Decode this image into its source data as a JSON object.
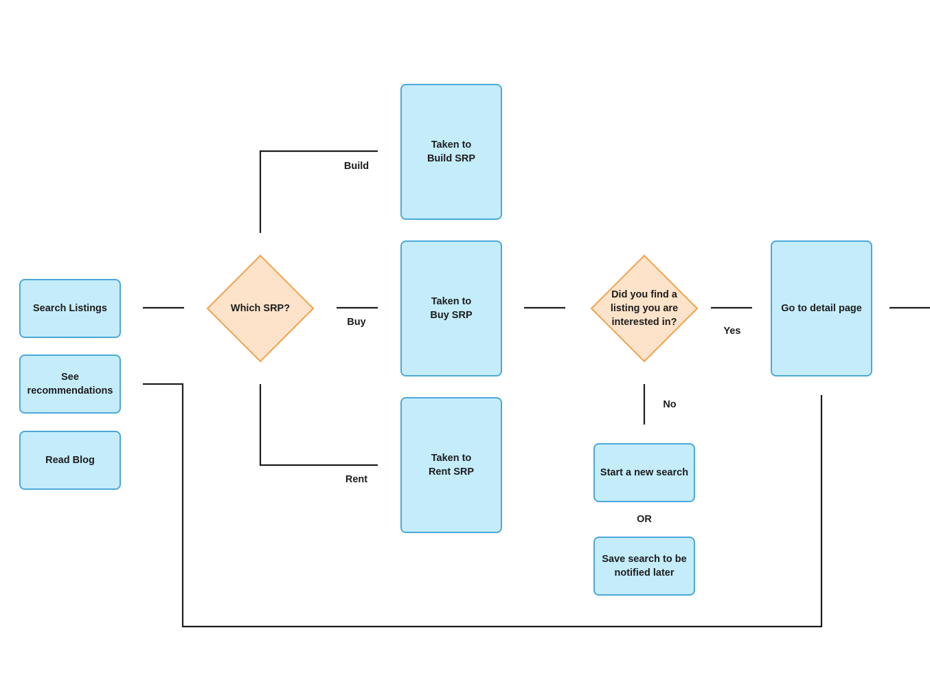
{
  "colors": {
    "box_fill": "#c4ecfb",
    "box_border": "#4ba8d8",
    "decision_fill": "#fde3c9",
    "decision_border": "#efa24a",
    "connector": "#1c1c1c"
  },
  "entry_points": {
    "search_listings": "Search Listings",
    "see_recommendations": "See\nrecommendations",
    "read_blog": "Read Blog"
  },
  "decisions": {
    "which_srp": "Which SRP?",
    "did_you_find": "Did you find a\nlisting you are\ninterested in?"
  },
  "srp_pages": {
    "build": "Taken to\nBuild SRP",
    "buy": "Taken to\nBuy SRP",
    "rent": "Taken to\nRent SRP"
  },
  "outcomes": {
    "detail_page": "Go to detail page",
    "new_search": "Start a new search",
    "save_search": "Save search to be\nnotified later"
  },
  "edge_labels": {
    "build": "Build",
    "buy": "Buy",
    "rent": "Rent",
    "yes": "Yes",
    "no": "No",
    "or": "OR"
  }
}
